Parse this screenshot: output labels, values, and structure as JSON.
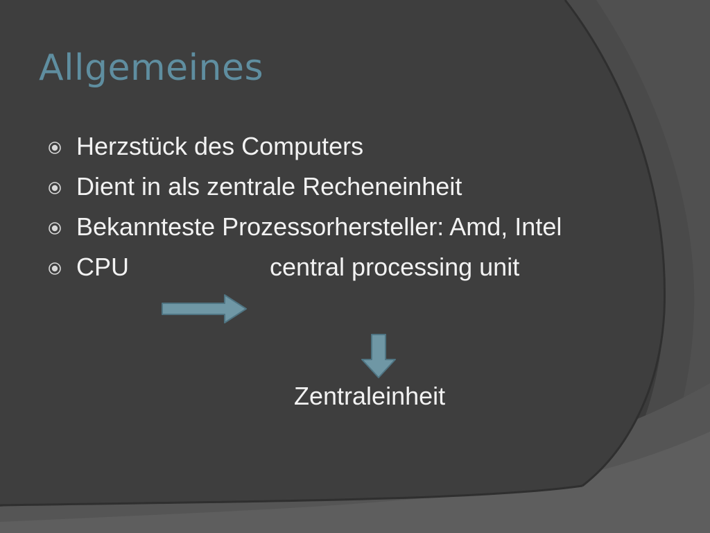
{
  "slide": {
    "title": "Allgemeines",
    "bullets": [
      {
        "text": "Herzstück des Computers"
      },
      {
        "text": "Dient in als zentrale Recheneinheit"
      },
      {
        "text": "Bekannteste Prozessorhersteller: Amd, Intel"
      }
    ],
    "cpu_bullet": {
      "term": "CPU",
      "definition": "central processing unit"
    },
    "result": "Zentraleinheit",
    "icons": {
      "bullet": "circled-dot-icon",
      "arrow_right": "arrow-right-icon",
      "arrow_down": "arrow-down-icon"
    },
    "colors": {
      "background": "#3e3e3e",
      "title": "#5f8ea0",
      "text": "#f2f2f2",
      "arrow_fill": "#6f97a5",
      "arrow_stroke": "#4f7482"
    }
  }
}
